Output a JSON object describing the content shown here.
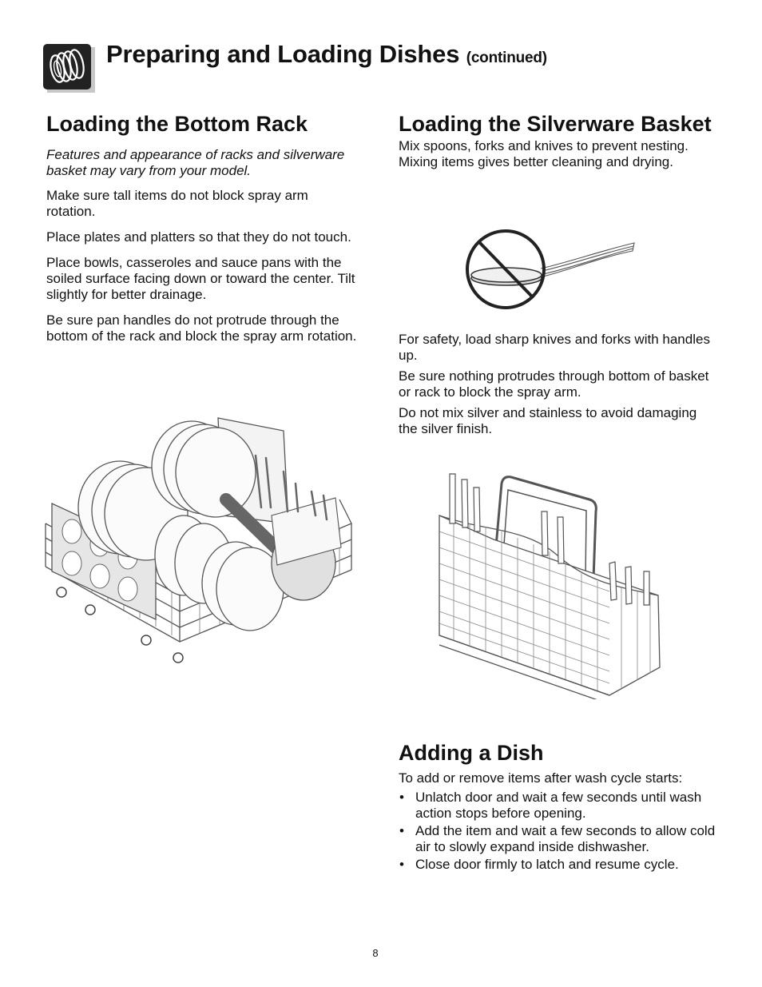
{
  "header": {
    "title": "Preparing and Loading Dishes",
    "continued": "(continued)",
    "icon": "stacked-plates-icon"
  },
  "bottom_rack": {
    "title": "Loading the Bottom Rack",
    "intro": "Features and appearance of racks and silverware basket may vary from your model.",
    "paragraphs": [
      "Make sure tall items do not block spray arm rotation.",
      "Place plates and platters so that they do not touch.",
      "Place bowls, casseroles and sauce pans with the soiled surface facing down or toward the center. Tilt slightly for better drainage.",
      "Be sure pan handles do not protrude through the bottom of the rack and block the spray arm rotation."
    ]
  },
  "silverware": {
    "title": "Loading the Silverware Basket",
    "intro": "Mix spoons, forks and knives to prevent nesting. Mixing items gives better cleaning and drying.",
    "paragraphs": [
      "For safety, load sharp knives and forks with handles up.",
      "Be sure nothing protrudes through bottom of basket or rack to block the spray arm.",
      "Do not mix silver and stainless to avoid damaging the silver finish."
    ]
  },
  "adding": {
    "title": "Adding a Dish",
    "intro": "To add or remove items after wash cycle starts:",
    "bullets": [
      "Unlatch door and wait a few seconds until wash action stops before opening.",
      "Add the item and wait a few seconds to allow cold air to slowly expand inside dishwasher.",
      "Close door firmly to latch and resume cycle."
    ]
  },
  "page_number": "8"
}
